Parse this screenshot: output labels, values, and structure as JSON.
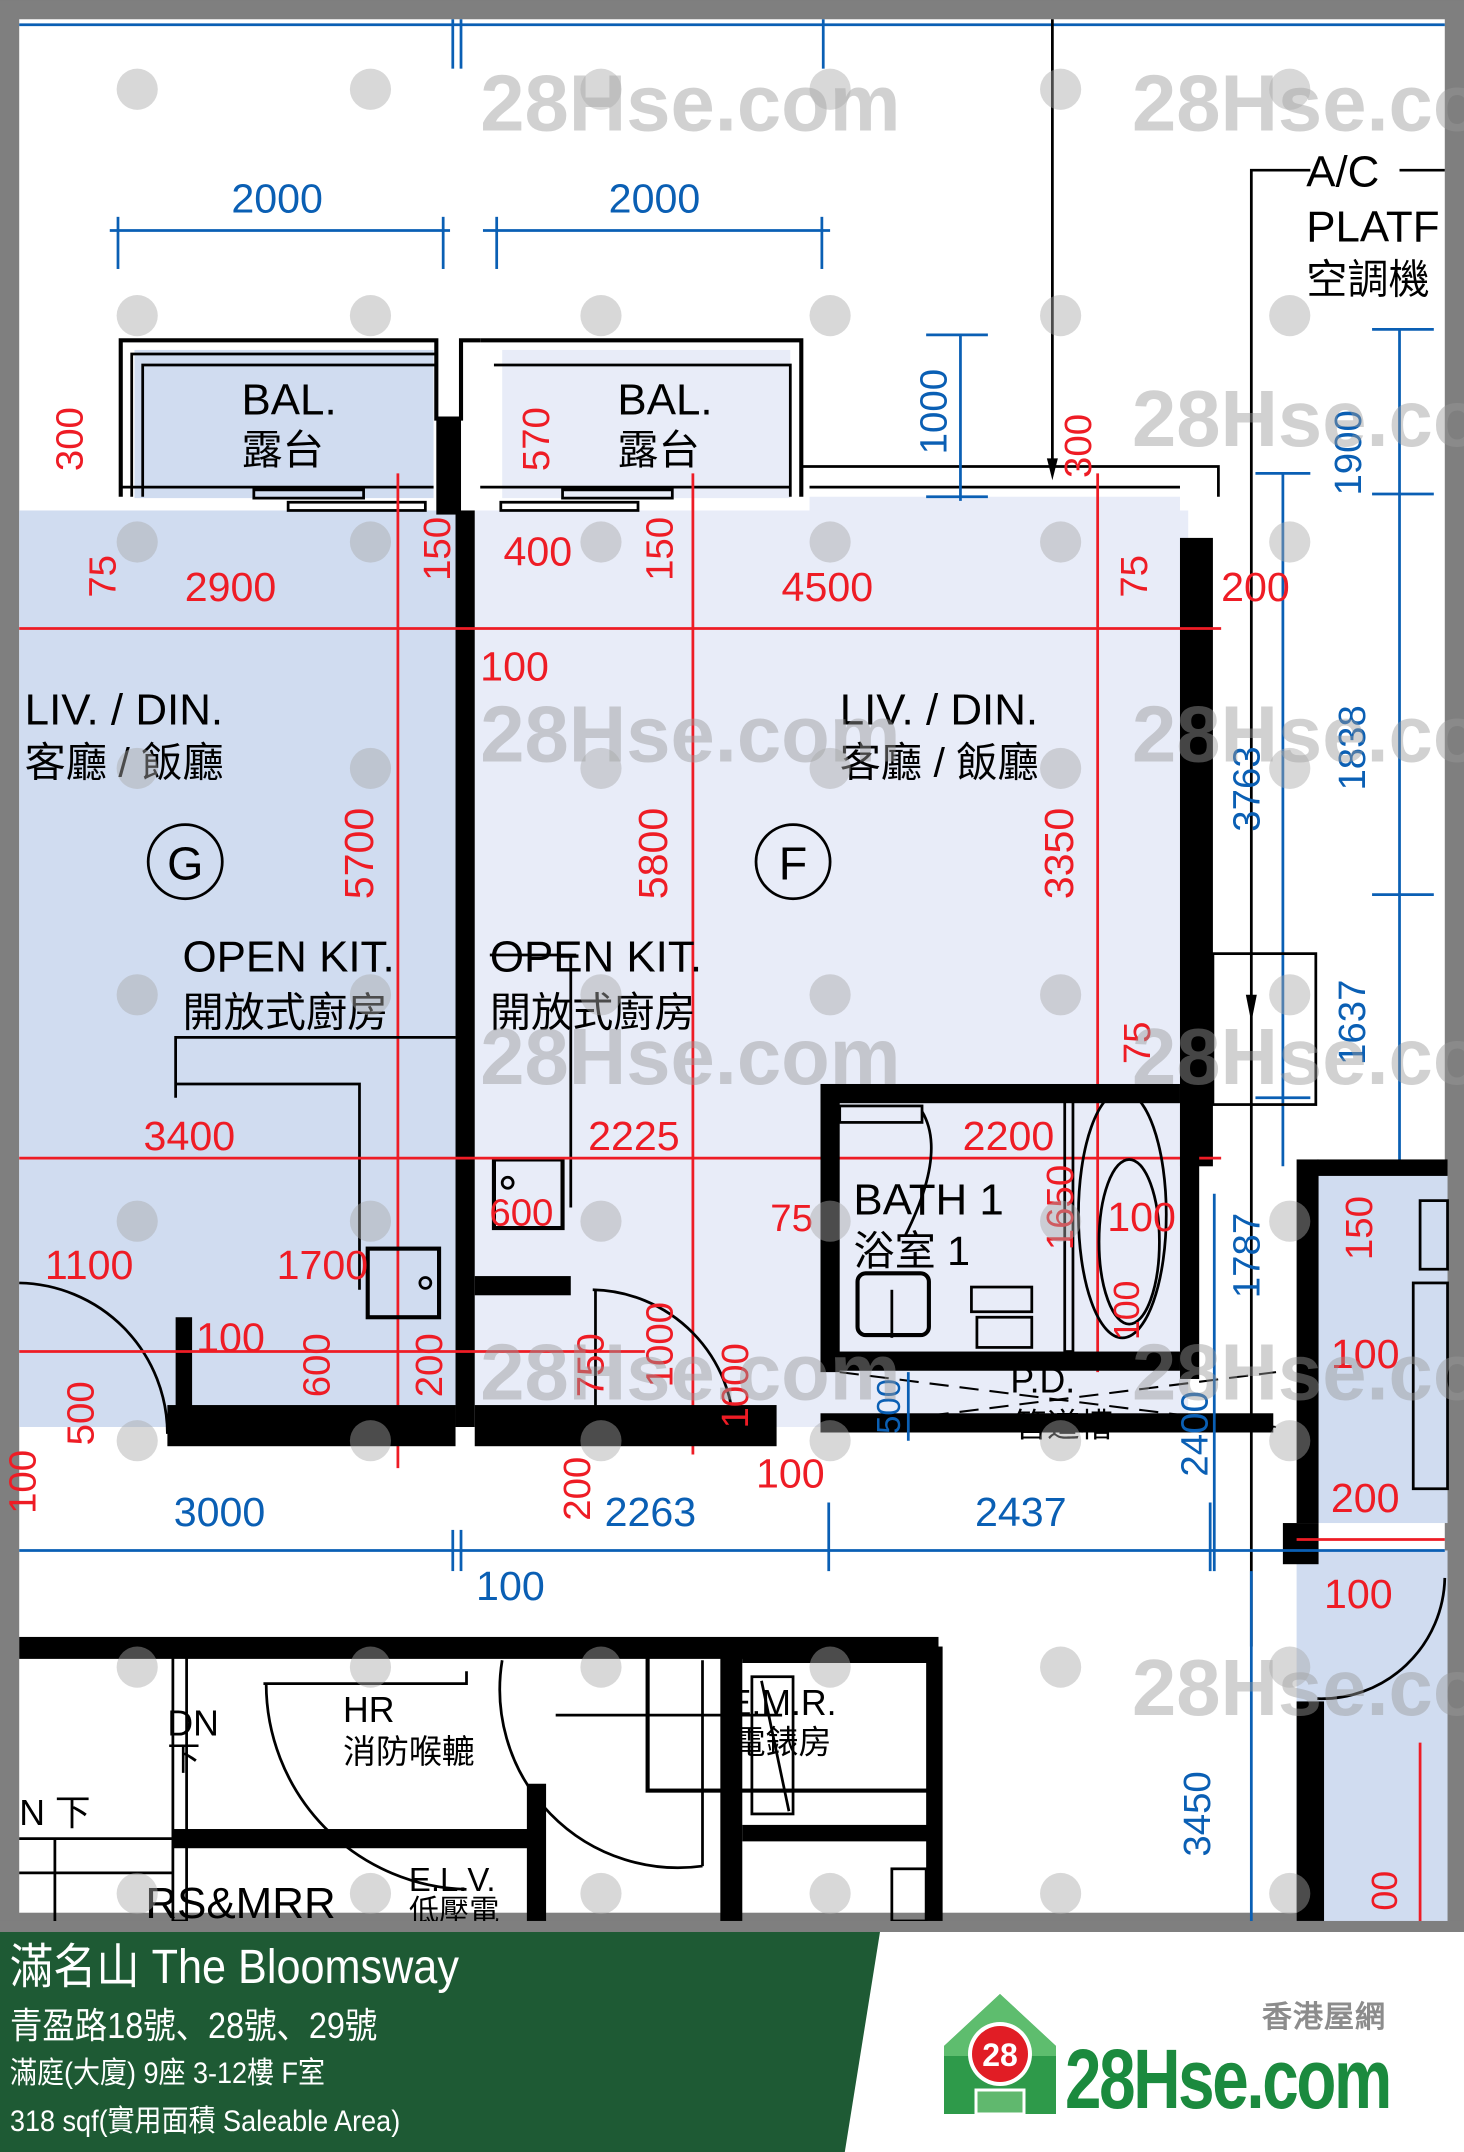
{
  "plan": {
    "unit_labels": {
      "left_unit": "G",
      "right_unit": "F"
    },
    "rooms": {
      "balcony_left": {
        "en": "BAL.",
        "zh": "露台"
      },
      "balcony_right": {
        "en": "BAL.",
        "zh": "露台"
      },
      "living_left": {
        "en": "LIV. / DIN.",
        "zh": "客廳 / 飯廳"
      },
      "living_right": {
        "en": "LIV. / DIN.",
        "zh": "客廳 / 飯廳"
      },
      "kitchen_left": {
        "en": "OPEN KIT.",
        "zh": "開放式廚房"
      },
      "kitchen_right": {
        "en": "OPEN KIT.",
        "zh": "開放式廚房"
      },
      "bath": {
        "en": "BATH 1",
        "zh": "浴室 1"
      },
      "pipe_duct": {
        "en": "P.D.",
        "zh": "管道槽"
      },
      "ac_platform": {
        "en1": "A/C",
        "en2": "PLATF",
        "zh": "空調機"
      },
      "hose_reel": {
        "en": "HR",
        "zh": "消防喉轆"
      },
      "emr": {
        "en": "E.M.R.",
        "zh": "電錶房"
      },
      "elv": {
        "en": "E.L.V.",
        "zh": "低壓電"
      },
      "rs_mrr": {
        "en": "RS&MRR"
      },
      "stair_dn": {
        "en": "DN",
        "zh": "下"
      },
      "stair_dn2": {
        "en": "N 下"
      }
    },
    "dimensions_blue": {
      "bal_left_width": "2000",
      "bal_right_width": "2000",
      "ac_1000": "1000",
      "ac_1900": "1900",
      "right_1838": "1838",
      "right_3763": "3763",
      "right_1637": "1637",
      "bottom_3000": "3000",
      "bottom_2263": "2263",
      "bottom_2437": "2437",
      "bottom_100": "100",
      "pd_500": "500",
      "duct_2400": "2400",
      "duct_1787": "1787",
      "corridor_3450": "3450"
    },
    "dimensions_red": {
      "left_300": "300",
      "left_75": "75",
      "left_2900": "2900",
      "bal_150_left": "150",
      "bal_570": "570",
      "wall_400": "400",
      "bal_150_right": "150",
      "right_4500": "4500",
      "right_300": "300",
      "right_75": "75",
      "right_200": "200",
      "wall_100": "100",
      "g_5700": "5700",
      "f_5800": "5800",
      "f_3350": "3350",
      "g_3400": "3400",
      "f_2225": "2225",
      "f_2200": "2200",
      "bath_75_top": "75",
      "bath_75_left": "75",
      "bath_1650": "1650",
      "bath_100_a": "100",
      "bath_100_b": "100",
      "sink_600": "600",
      "g_1100": "1100",
      "g_1700": "1700",
      "g_100": "100",
      "g_600": "600",
      "g_200": "200",
      "g_500": "500",
      "g_100_side": "100",
      "door_750": "750",
      "door_1000a": "1000",
      "door_1000b": "1000",
      "door_200": "200",
      "door_100": "100",
      "far_150": "150",
      "far_100": "100",
      "far_200": "200",
      "far_100_bottom": "100",
      "far_00": "00"
    }
  },
  "watermark": {
    "text": "28Hse.com",
    "badge": "28"
  },
  "footer": {
    "title": "滿名山 The Bloomsway",
    "address": "青盈路18號、28號、29號",
    "unit": "滿庭(大廈) 9座 3-12樓 F室",
    "area": "318 sqf(實用面積 Saleable Area)",
    "logo_tagline": "香港屋網",
    "logo_text": "28Hse.com",
    "logo_badge": "28",
    "band_color": "#1e5a34"
  },
  "colors": {
    "dim_blue": "#0a5fb4",
    "dim_red": "#ee1c25",
    "unit_g_fill": "#d0dcf0",
    "unit_f_fill": "#e8ecf8",
    "frame_gray": "#7f7f7f"
  }
}
